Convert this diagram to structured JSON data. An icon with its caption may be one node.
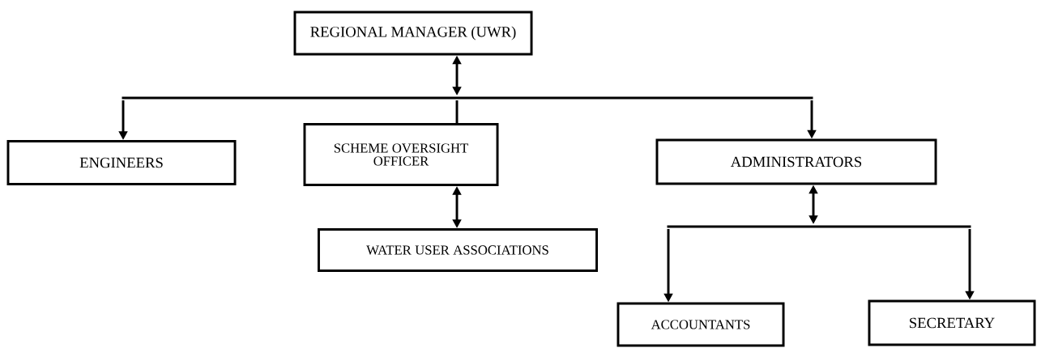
{
  "diagram": {
    "nodes": [
      {
        "text": [
          "REGIONAL MANAGER (UWR)"
        ]
      },
      {
        "text": [
          "ENGINEERS"
        ]
      },
      {
        "text": [
          "SCHEME OVERSIGHT OFFICER"
        ]
      },
      {
        "text": [
          "WATER USER ASSOCIATIONS"
        ]
      },
      {
        "text": [
          "ADMINISTRATORS"
        ]
      },
      {
        "text": [
          "ACCOUNTANTS"
        ]
      },
      {
        "text": [
          "SECRETARY"
        ]
      },
      {
        "text": [],
        "shape": "bar"
      },
      {
        "text": [],
        "shape": "bar"
      }
    ],
    "edges": [
      {
        "from": 0,
        "to": 7,
        "arrow": "both"
      },
      {
        "from": 7,
        "to": 1,
        "arrow": "to"
      },
      {
        "from": 7,
        "to": 2,
        "arrow": "none"
      },
      {
        "from": 7,
        "to": 4,
        "arrow": "to"
      },
      {
        "from": 2,
        "to": 3,
        "arrow": "both"
      },
      {
        "from": 4,
        "to": 8,
        "arrow": "both"
      },
      {
        "from": 8,
        "to": 5,
        "arrow": "to"
      },
      {
        "from": 8,
        "to": 6,
        "arrow": "to"
      }
    ]
  }
}
